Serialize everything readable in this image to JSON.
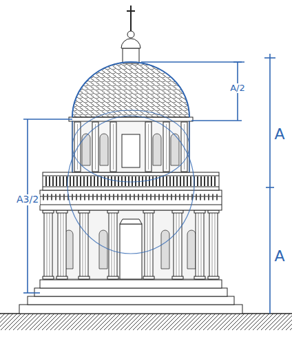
{
  "diagram": {
    "labels": [
      "A/2",
      "A",
      "A",
      "A3/2"
    ]
  }
}
